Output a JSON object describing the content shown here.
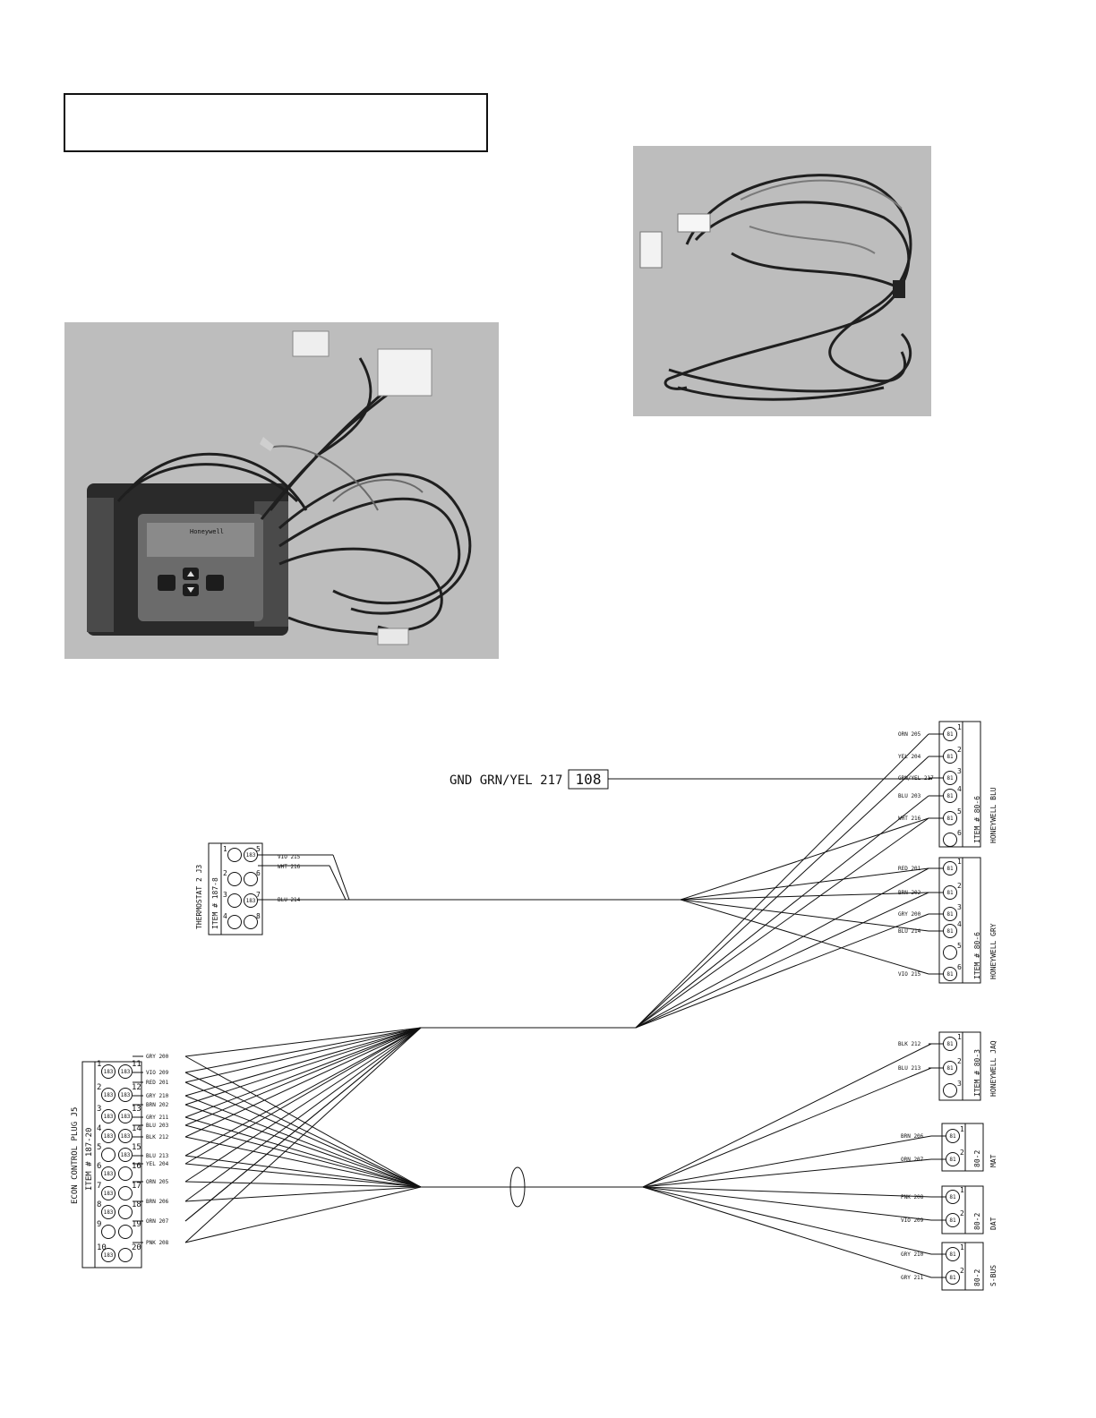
{
  "note_box": {
    "text": ""
  },
  "ground": {
    "label": "GND GRN/YEL 217",
    "item": "108"
  },
  "connectors": {
    "thermostat": {
      "title": "THERMOSTAT 2 J3",
      "item": "ITEM # 187-8",
      "pins": [
        {
          "n": "1",
          "side": "L",
          "filled": false
        },
        {
          "n": "5",
          "side": "R",
          "filled": true
        },
        {
          "n": "2",
          "side": "L",
          "filled": false
        },
        {
          "n": "6",
          "side": "R",
          "filled": false
        },
        {
          "n": "3",
          "side": "L",
          "filled": false
        },
        {
          "n": "7",
          "side": "R",
          "filled": true
        },
        {
          "n": "4",
          "side": "L",
          "filled": false
        },
        {
          "n": "8",
          "side": "R",
          "filled": false
        }
      ],
      "wires": [
        {
          "label": "VIO 215",
          "pin": "5"
        },
        {
          "label": "WHT 216",
          "pin": "6"
        },
        {
          "label": "BLU 214",
          "pin": "7"
        }
      ]
    },
    "econ": {
      "title": "ECON CONTROL PLUG J5",
      "item": "ITEM # 187-20",
      "pin_code": "183",
      "left_pins": [
        "1",
        "2",
        "3",
        "4",
        "5",
        "6",
        "7",
        "8",
        "9",
        "10"
      ],
      "right_pins": [
        "11",
        "12",
        "13",
        "14",
        "15",
        "16",
        "17",
        "18",
        "19",
        "20"
      ],
      "left_filled": [
        true,
        true,
        true,
        true,
        false,
        true,
        true,
        true,
        false,
        true
      ],
      "right_filled": [
        true,
        true,
        true,
        true,
        true,
        false,
        false,
        false,
        false,
        false
      ],
      "wires": [
        "GRY 200",
        "VIO 209",
        "RED 201",
        "GRY 210",
        "BRN 202",
        "GRY 211",
        "BLU 203",
        "BLK 212",
        "BLU 213",
        "YEL 204",
        "ORN 205",
        "BRN 206",
        "ORN 207",
        "PNK 208"
      ]
    },
    "honeywell_blu": {
      "title": "HONEYWELL BLU",
      "item": "ITEM # 80-6",
      "pin_code": "81",
      "pins": [
        "1",
        "2",
        "3",
        "4",
        "5",
        "6"
      ],
      "filled": [
        true,
        true,
        true,
        true,
        true,
        false
      ],
      "wires": [
        "ORN 205",
        "YEL 204",
        "GRN/YEL 217",
        "BLU 203",
        "WHT 216"
      ]
    },
    "honeywell_gry": {
      "title": "HONEYWELL GRY",
      "item": "ITEM # 80-6",
      "pin_code": "81",
      "pins": [
        "1",
        "2",
        "3",
        "4",
        "5",
        "6"
      ],
      "filled": [
        true,
        true,
        true,
        true,
        false,
        true
      ],
      "wires": [
        "RED 201",
        "BRN 202",
        "GRY 200",
        "BLU 214",
        "",
        "VIO 215"
      ]
    },
    "honeywell_jaq": {
      "title": "HONEYWELL JAQ",
      "item": "ITEM # 80-3",
      "pin_code": "81",
      "pins": [
        "1",
        "2",
        "3"
      ],
      "filled": [
        true,
        true,
        false
      ],
      "wires": [
        "BLK 212",
        "BLU 213"
      ]
    },
    "mat": {
      "title": "MAT",
      "item": "80-2",
      "pin_code": "81",
      "pins": [
        "1",
        "2"
      ],
      "filled": [
        true,
        true
      ],
      "wires": [
        "BRN 206",
        "ORN 207"
      ]
    },
    "dat": {
      "title": "DAT",
      "item": "80-2",
      "pin_code": "81",
      "pins": [
        "1",
        "2"
      ],
      "filled": [
        true,
        true
      ],
      "wires": [
        "PNK 208",
        "VIO 209"
      ]
    },
    "sbus": {
      "title": "S-BUS",
      "item": "80-2",
      "pin_code": "81",
      "pins": [
        "1",
        "2"
      ],
      "filled": [
        true,
        true
      ],
      "wires": [
        "GRY 210",
        "GRY 211"
      ]
    }
  },
  "photo_brand": "Honeywell",
  "colors": {
    "ink": "#111111",
    "photo_bg": "#bdbdbd"
  }
}
